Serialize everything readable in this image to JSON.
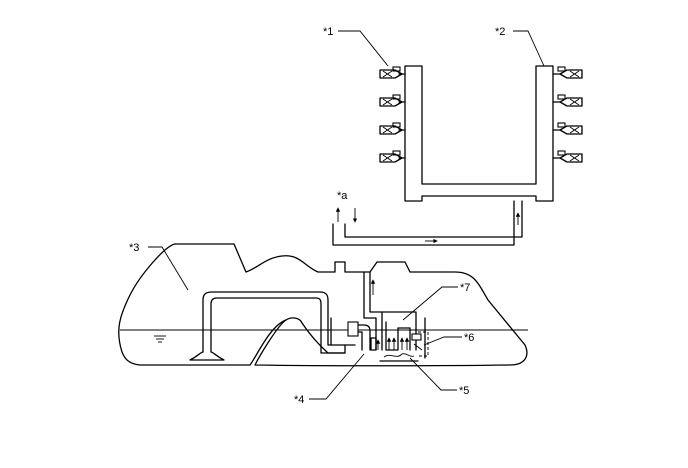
{
  "callouts": {
    "c1": "*1",
    "c2": "*2",
    "c3": "*3",
    "c4": "*4",
    "c5": "*5",
    "c6": "*6",
    "c7": "*7",
    "ca": "*a"
  },
  "colors": {
    "line": "#000000",
    "background": "#ffffff"
  }
}
